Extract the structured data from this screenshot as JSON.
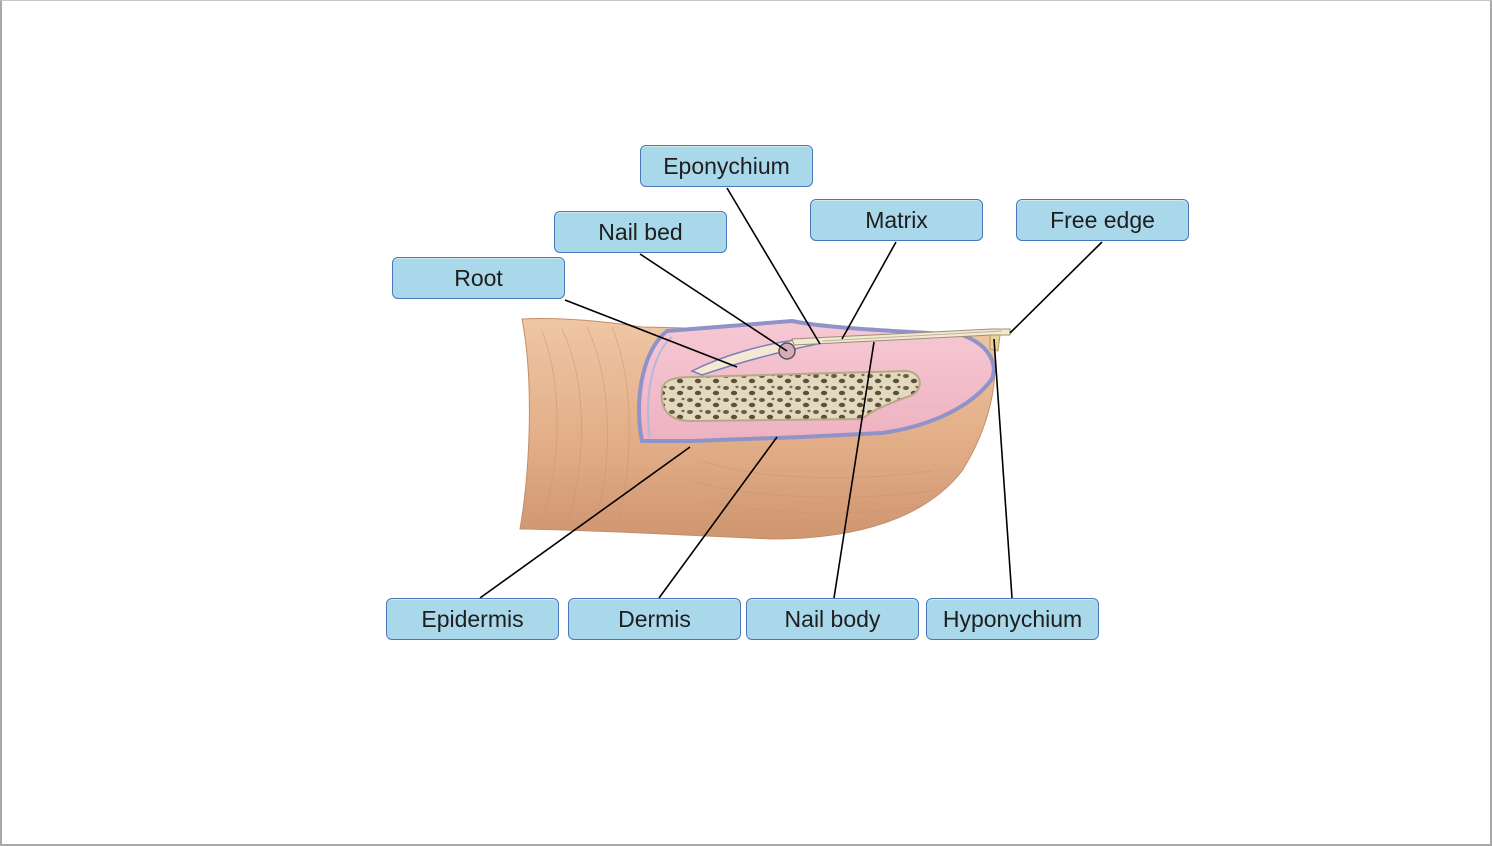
{
  "labels": {
    "eponychium": "Eponychium",
    "nail_bed": "Nail bed",
    "matrix": "Matrix",
    "free_edge": "Free edge",
    "root": "Root",
    "epidermis": "Epidermis",
    "dermis": "Dermis",
    "nail_body": "Nail body",
    "hyponychium": "Hyponychium"
  },
  "colors": {
    "label_fill": "#a9d8ea",
    "label_border": "#4a78b8",
    "skin": "#e2b08a",
    "dermis": "#f2bccb",
    "epidermis_layer": "#9aa0cf",
    "bone": "#ddd2b5",
    "nail_plate": "#f1e6cf",
    "leader_line": "#000000"
  }
}
